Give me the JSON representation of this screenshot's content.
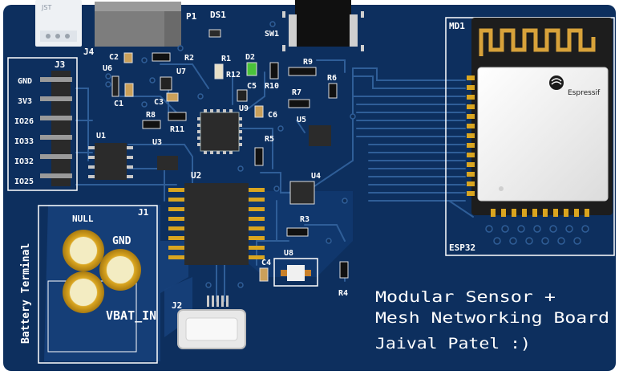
{
  "board": {
    "colors": {
      "substrate": "#0d2f5e",
      "copper_pour": "#16407a",
      "trace": "#2f5e98",
      "pad_gold": "#d9a520",
      "pad_silver": "#c8c8c8",
      "silkscreen": "#ffffff",
      "ic_body": "#2b2b2b",
      "led_green": "#4ac23a",
      "module_shield": "#f2f2f2",
      "antenna_copper": "#d8a23a"
    },
    "title_lines": [
      "Modular Sensor +",
      "Mesh Networking Board",
      "Jaival Patel :)"
    ],
    "labels": {
      "jst": "JST",
      "p1": "P1",
      "ds1": "DS1",
      "sw1": "SW1",
      "md1": "MD1",
      "j4": "J4",
      "j3": "J3",
      "c2": "C2",
      "u6": "U6",
      "r2": "R2",
      "r1": "R1",
      "d2": "D2",
      "r9": "R9",
      "u7": "U7",
      "r12": "R12",
      "c5": "C5",
      "r10": "R10",
      "r6": "R6",
      "c1": "C1",
      "c3": "C3",
      "r7": "R7",
      "r8": "R8",
      "u9": "U9",
      "c6": "C6",
      "u5": "U5",
      "r11": "R11",
      "u1": "U1",
      "u3": "U3",
      "r5": "R5",
      "u2": "U2",
      "u4": "U4",
      "j1": "J1",
      "null": "NULL",
      "gnd_term": "GND",
      "vbat": "VBAT_IN",
      "battery_terminal": "Battery Terminal",
      "r3": "R3",
      "c4": "C4",
      "u8": "U8",
      "r4": "R4",
      "j2": "J2",
      "esp32": "ESP32",
      "espressif": "Espressif"
    },
    "header_pins": [
      "GND",
      "3V3",
      "IO26",
      "IO33",
      "IO32",
      "IO25"
    ]
  }
}
